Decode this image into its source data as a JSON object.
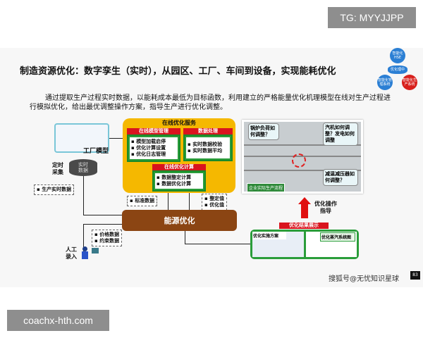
{
  "watermarks": {
    "top_right": "TG: MYYJJPP",
    "bottom_left": "coachx-hth.com",
    "sohu": "搜狐号@无忧知识星球",
    "page_number": "83"
  },
  "slide": {
    "title": "制造资源优化：数字孪生（实时），从园区、工厂、车间到设备，实现能耗优化",
    "paragraph": "通过提取生产过程实时数据，以能耗成本最低为目标函数，利用建立的严格能量优化机理模型在线对生产过程进行模拟优化，给出最优调整操作方案，指导生产进行优化调整。",
    "logo_circles": [
      "智能化HSE",
      "优化理中",
      "智能化管理系统",
      "智能化生产系统"
    ],
    "factory_model": "工厂模型",
    "timed_collect": "定时采集",
    "realtime_db": "实时数据",
    "production_data": "生产实时数据",
    "online_service": {
      "title": "在线优化服务",
      "model_mgmt": {
        "title": "在线模型管理",
        "items": [
          "模型加载启停",
          "优化计算设置",
          "优化日志管理"
        ]
      },
      "data_proc": {
        "title": "数据处理",
        "items": [
          "实时数据校验",
          "实时数据平均"
        ]
      },
      "online_calc": {
        "title": "在线优化计算",
        "items": [
          "数据整定计算",
          "数据优化计算"
        ]
      }
    },
    "standard_data": "标准数据",
    "setpoint_items": [
      "整定值",
      "优化值"
    ],
    "energy_opt": "能源优化",
    "manual_items": [
      "价格数据",
      "约束数据"
    ],
    "manual_input": "人工录入",
    "plant_bubbles": [
      "锅炉负荷如何调整？",
      "汽机如何调整？发电如何调整",
      "减温减压器如何调整？"
    ],
    "plant_label": "企业实际生产流程",
    "guide": "优化操作指导",
    "results": {
      "title": "优化结果展示",
      "plan": "优化实施方案",
      "steam": "优化蒸汽系统图"
    }
  }
}
